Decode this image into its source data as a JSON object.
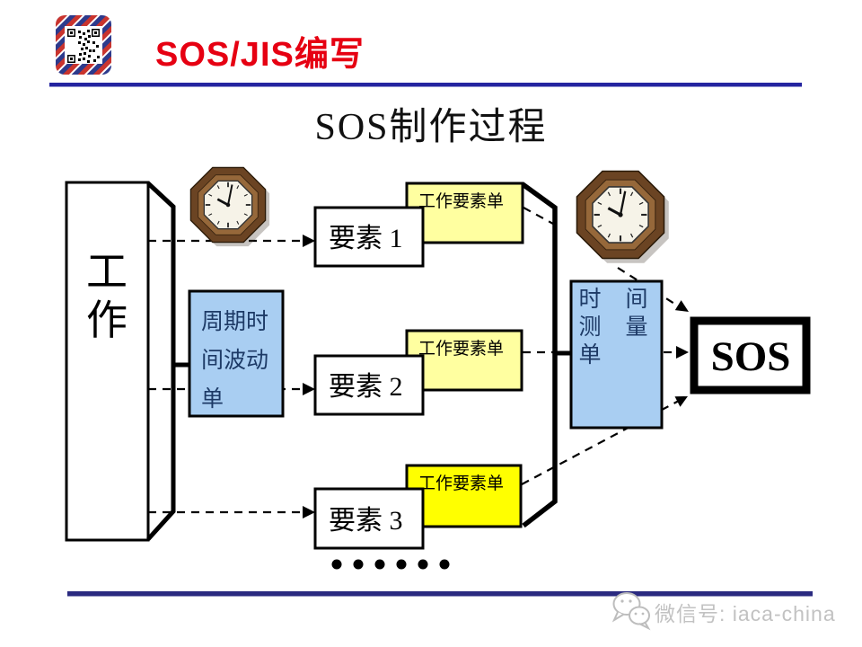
{
  "header": {
    "title": "SOS/JIS编写"
  },
  "slide_title": "SOS制作过程",
  "diagram": {
    "work": {
      "chars": [
        "工",
        "作"
      ]
    },
    "cycle": {
      "lines": [
        "周期时",
        "间波动",
        "单"
      ]
    },
    "elements": [
      "要素 1",
      "要素 2",
      "要素 3"
    ],
    "worksheet_label": "工作要素单",
    "time": {
      "rows": [
        [
          "时",
          "间"
        ],
        [
          "测",
          "量"
        ],
        [
          "单"
        ]
      ]
    },
    "sos_label": "SOS",
    "ellipsis_dot_count": 6
  },
  "footer": {
    "wechat": "微信号: iaca-china"
  },
  "icons": {
    "logo": "qr-code-icon",
    "clock": "octagonal-wall-clock-icon",
    "wechat": "wechat-bubbles-icon"
  },
  "colors": {
    "accent_red": "#e60012",
    "rule_navy": "#2424a0",
    "footer_navy": "#2a2a80",
    "light_yellow": "#ffffa0",
    "bright_yellow": "#ffff00",
    "light_blue": "#a9cef2",
    "box_text_navy": "#1d3a66"
  }
}
